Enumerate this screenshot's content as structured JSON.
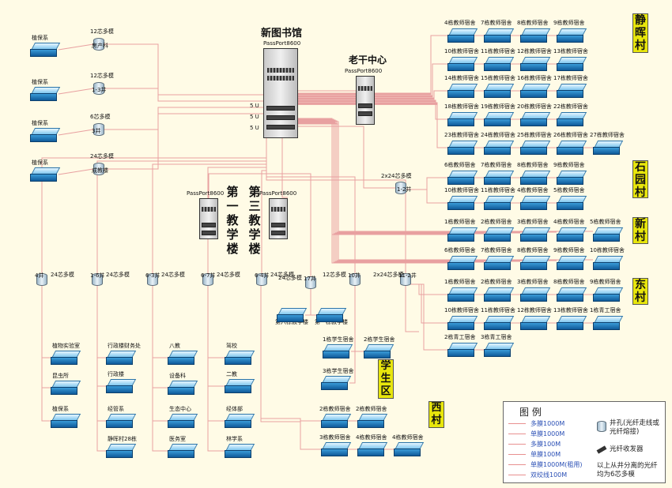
{
  "title_main": "新图书馆",
  "core_model": "PassPort8600",
  "laogan": {
    "title": "老干中心",
    "model": "PassPort8600"
  },
  "teach1": {
    "title": "第一教学楼",
    "model": "PassPort8600"
  },
  "teach3": {
    "title": "第三教学楼",
    "model": "PassPort8600"
  },
  "left_switches": [
    {
      "label": "植保系",
      "fiber": "12芯多模",
      "well": "房产科"
    },
    {
      "label": "植保系",
      "fiber": "12芯多模",
      "well": "1-3井"
    },
    {
      "label": "植保系",
      "fiber": "6芯多模",
      "well": "3井"
    },
    {
      "label": "植保系",
      "fiber": "24芯多模",
      "well": "成教楼"
    }
  ],
  "regions": {
    "jinghui": "静晖村",
    "shiyuan": "石园村",
    "xin": "新村",
    "dong": "东村",
    "xue": "学生区",
    "xi": "西村"
  },
  "jinghui_rows": [
    [
      "4栋教师宿舍",
      "7栋教师宿舍",
      "8栋教师宿舍",
      "9栋教师宿舍"
    ],
    [
      "10栋教师宿舍",
      "11栋教师宿舍",
      "12栋教师宿舍",
      "13栋教师宿舍"
    ],
    [
      "14栋教师宿舍",
      "15栋教师宿舍",
      "16栋教师宿舍",
      "17栋教师宿舍"
    ],
    [
      "18栋教师宿舍",
      "19栋教师宿舍",
      "20栋教师宿舍",
      "22栋教师宿舍"
    ],
    [
      "23栋教师宿舍",
      "24栋教师宿舍",
      "25栋教师宿舍",
      "26栋教师宿舍",
      "27栋教师宿舍"
    ]
  ],
  "shiyuan_rows": [
    [
      "6栋教师宿舍",
      "7栋教师宿舍",
      "8栋教师宿舍",
      "9栋教师宿舍"
    ],
    [
      "10栋教师宿舍",
      "11栋教师宿舍",
      "4栋教师宿舍",
      "5栋教师宿舍"
    ]
  ],
  "xin_rows": [
    [
      "1栋教师宿舍",
      "2栋教师宿舍",
      "3栋教师宿舍",
      "4栋教师宿舍",
      "5栋教师宿舍"
    ],
    [
      "6栋教师宿舍",
      "7栋教师宿舍",
      "8栋教师宿舍",
      "9栋教师宿舍",
      "10栋教师宿舍"
    ]
  ],
  "dong_rows": [
    [
      "1栋教师宿舍",
      "2栋教师宿舍",
      "3栋教师宿舍",
      "8栋教师宿舍",
      "9栋教师宿舍"
    ],
    [
      "10栋教师宿舍",
      "11栋教师宿舍",
      "12栋教师宿舍",
      "13栋教师宿舍",
      "1栋青工宿舍"
    ],
    [
      "2栋青工宿舍",
      "3栋青工宿舍"
    ]
  ],
  "well_12": {
    "fiber": "2x24芯多模",
    "name": "1-2井"
  },
  "bottom_wells": [
    {
      "name": "4井",
      "fiber": "24芯多模"
    },
    {
      "name": "1-6井",
      "fiber": "24芯多模"
    },
    {
      "name": "6-3井",
      "fiber": "24芯多模"
    },
    {
      "name": "6-7井",
      "fiber": "24芯多模"
    },
    {
      "name": "6-4井",
      "fiber": "24芯多模"
    },
    {
      "name": "17井",
      "fiber": "24芯多模"
    },
    {
      "name": "10井",
      "fiber": "12芯多模"
    },
    {
      "name": "11-2井",
      "fiber": "2x24芯多模"
    }
  ],
  "col_4": [
    "植物实验室",
    "昆虫所",
    "植保系"
  ],
  "col_16": [
    "行政楼财务处",
    "行政楼",
    "经管系",
    "静晖村28栋"
  ],
  "col_63": [
    "八教",
    "设备科",
    "生态中心",
    "医务室"
  ],
  "col_67": [
    "驾校",
    "二教",
    "经体部",
    "林学系"
  ],
  "teach_sw": [
    "第六栋教学楼",
    "第一栋教学楼"
  ],
  "student": [
    "1栋学生宿舍",
    "2栋学生宿舍",
    "3栋学生宿舍"
  ],
  "xicun_rows": [
    [
      "2栋教师宿舍",
      "2栋教师宿舍"
    ],
    [
      "3栋教师宿舍",
      "4栋教师宿舍",
      "4栋教师宿舍"
    ]
  ],
  "legend": {
    "title": "图  例",
    "items": [
      "多膜1000M",
      "单膜1000M",
      "多膜100M",
      "单膜100M",
      "单膜1000M(租用)",
      "双绞线100M"
    ],
    "well_desc": "井孔(光纤走线或光纤熔接)",
    "transceiver": "光纤收发器",
    "note": "以上从井分离的光纤均为6芯多模"
  },
  "port_labels": [
    "5 U",
    "5 U",
    "5 U"
  ]
}
